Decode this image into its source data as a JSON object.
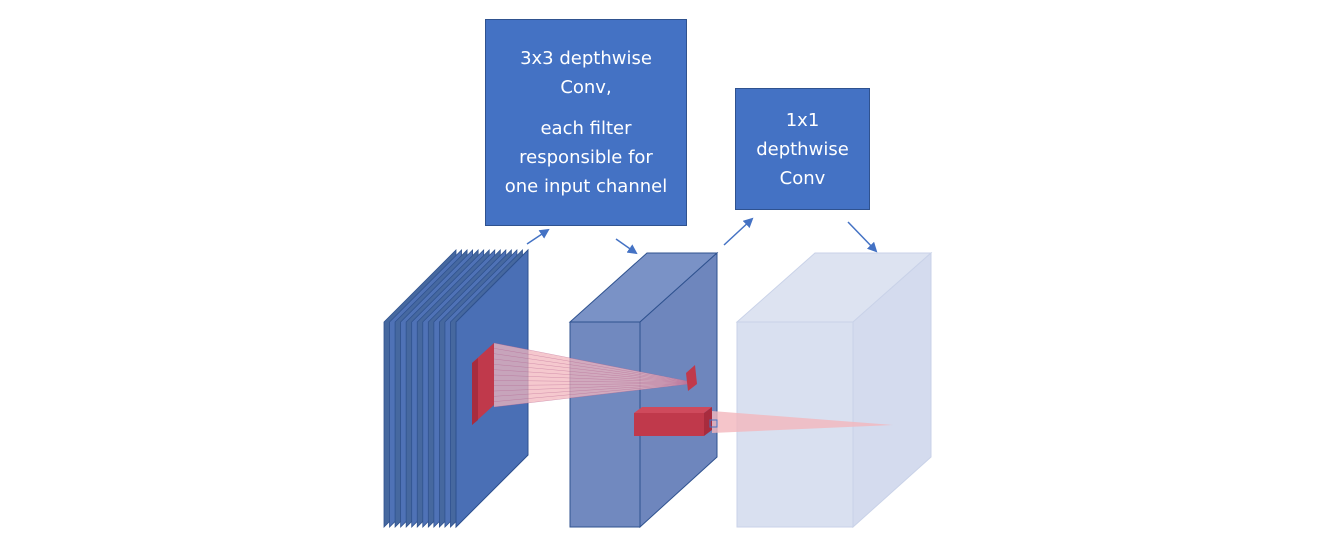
{
  "boxes": {
    "depthwise": {
      "line1": "3x3 depthwise",
      "line2": "Conv,",
      "line3": "each filter",
      "line4": "responsible for",
      "line5": "one input channel"
    },
    "pointwise": {
      "line1": "1x1",
      "line2": "depthwise",
      "line3": "Conv"
    }
  },
  "colors": {
    "input_block": "#4a6fb5",
    "middle_block": "#7189bf",
    "output_block": "#d9e0f0",
    "filter_red": "#c0394b",
    "projection_pink": "#f2b6bd",
    "arrow_blue": "#4472c4",
    "box_fill": "#4472c4"
  }
}
